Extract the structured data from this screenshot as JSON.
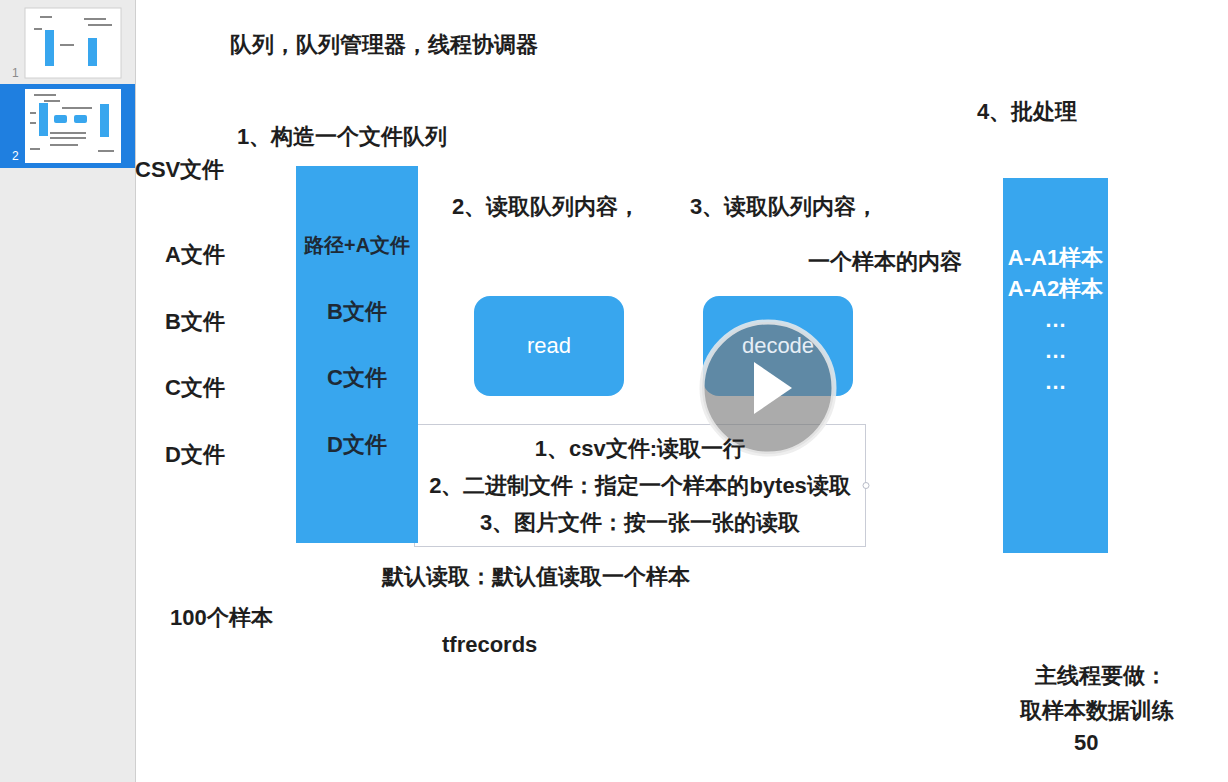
{
  "diagram": {
    "title": "队列，队列管理器，线程协调器",
    "nodes": [
      {
        "text": [
          "路径+A文件",
          "B文件",
          "C文件",
          "D文件"
        ]
      },
      {
        "text": [
          "read"
        ]
      },
      {
        "text": [
          "decode"
        ]
      },
      {
        "text": [
          "1、csv文件:读取一行",
          "2、二进制文件：指定一个样本的bytes读取",
          "3、图片文件：按一张一张的读取"
        ]
      },
      {
        "text": [
          "A-A1样本",
          "A-A2样本",
          "…",
          "…",
          "…"
        ]
      }
    ],
    "labels": [
      "1、构造一个文件队列",
      "CSV文件",
      "A文件",
      "B文件",
      "C文件",
      "D文件",
      "2、读取队列内容，",
      "3、读取队列内容，",
      "一个样本的内容",
      "默认读取：默认值读取一个样本",
      "100个样本",
      "tfrecords",
      "4、批处理",
      "主线程要做：",
      "取样本数据训练",
      "50",
      "1",
      "2"
    ]
  }
}
